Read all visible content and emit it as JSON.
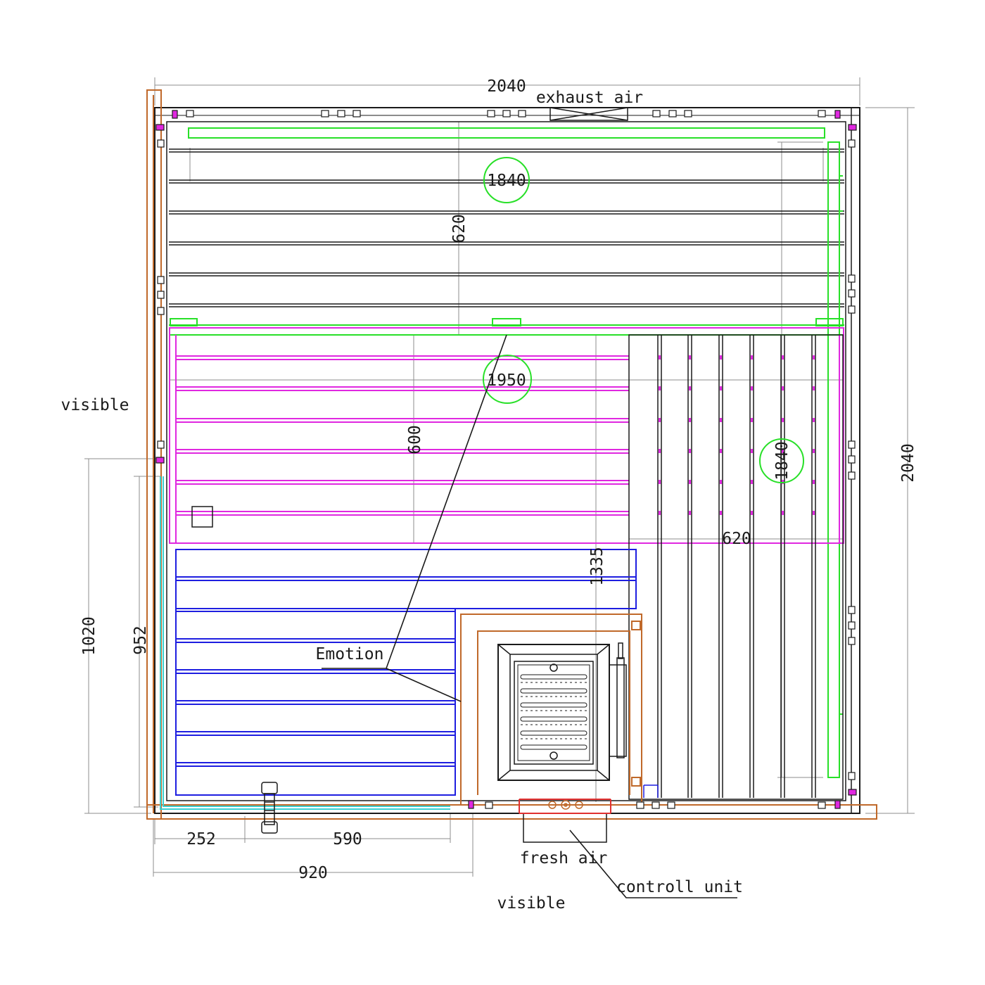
{
  "labels": {
    "visible_left": "visible",
    "visible_bottom": "visible",
    "exhaust": "exhaust air",
    "fresh": "fresh air",
    "control": "controll unit",
    "heater": "Emotion"
  },
  "dims": {
    "top_width": "2040",
    "right_height": "2040",
    "upper_bench_len": "1840",
    "upper_bench_depth": "620",
    "middle_bench_len": "1950",
    "middle_bench_depth": "600",
    "side_bench_len": "1840",
    "side_bench_depth": "620",
    "lower_height": "1335",
    "left_outer": "1020",
    "left_inner": "952",
    "bottom_a": "252",
    "bottom_b": "590",
    "bottom_total": "920"
  },
  "colors": {
    "frame": "#1a1a1a",
    "upper_bench": "#28e028",
    "middle_bench": "#e028e0",
    "lower_bench": "#1e1ee0",
    "glass_wall": "#c0692a",
    "glass_inner": "#3cd0d0",
    "dimension": "#8c8c8c"
  }
}
